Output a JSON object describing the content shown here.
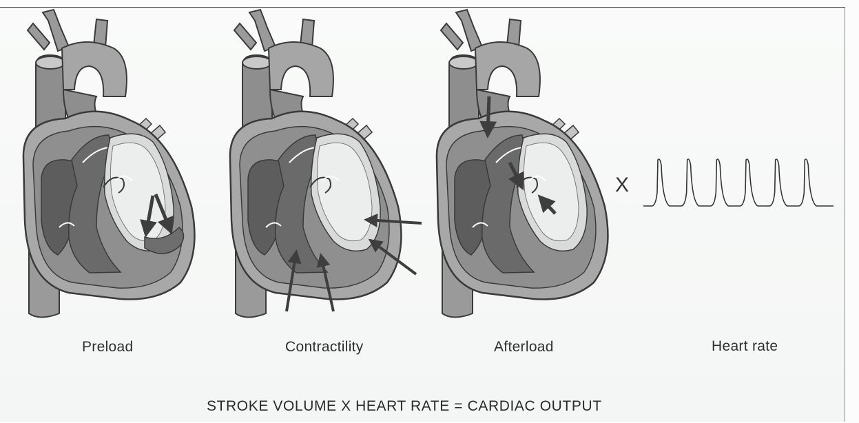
{
  "panels": [
    {
      "label": "Preload"
    },
    {
      "label": "Contractility"
    },
    {
      "label": "Afterload"
    },
    {
      "label": "Heart rate"
    }
  ],
  "times_sign": "X",
  "equation": "STROKE VOLUME  X  HEART RATE = CARDIAC OUTPUT",
  "colors": {
    "outline": "#3a3a3a",
    "heart_mid": "#8e8e8e",
    "heart_dark": "#5d5d5d",
    "heart_light": "#d6d6d6",
    "chamber_light": "#e9ecec",
    "arrow": "#444444"
  },
  "ecg": {
    "beats": 6
  }
}
